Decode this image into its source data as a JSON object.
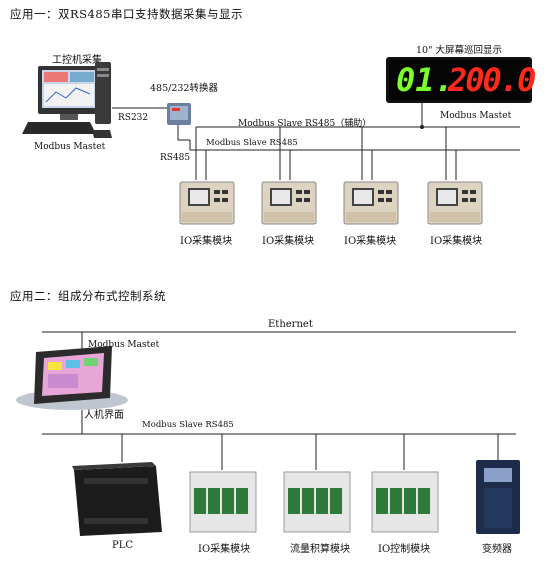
{
  "app1": {
    "heading": "应用一：双RS485串口支持数据采集与显示",
    "pc_label": "工控机采集",
    "pc_role": "Modbus Mastet",
    "converter_label": "485/232转换器",
    "rs232_label": "RS232",
    "rs485_label": "RS485",
    "display_title": "10\" 大屏幕巡回显示",
    "display_left_digits": "01.",
    "display_right_digits": "200.0",
    "display_role": "Modbus Mastet",
    "bus_aux_label": "Modbus Slave RS485（辅助）",
    "bus_main_label": "Modbus Slave RS485",
    "modules": [
      "IO采集模块",
      "IO采集模块",
      "IO采集模块",
      "IO采集模块"
    ],
    "colors": {
      "display_green": "#7dff2e",
      "display_red": "#ff2a1a"
    }
  },
  "app2": {
    "heading": "应用二：组成分布式控制系统",
    "ethernet_label": "Ethernet",
    "hmi_role": "Modbus Mastet",
    "hmi_label": "人机界面",
    "bus_label": "Modbus Slave RS485",
    "devices": [
      "PLC",
      "IO采集模块",
      "流量积算模块",
      "IO控制模块",
      "变频器"
    ],
    "colors": {
      "module_green": "#2d7a3a"
    }
  }
}
